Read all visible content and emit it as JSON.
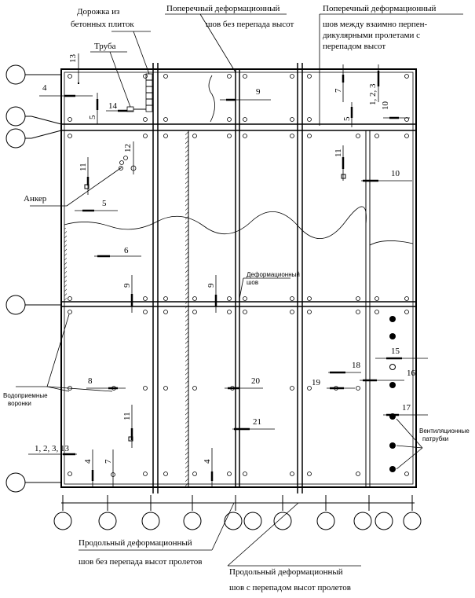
{
  "labels": {
    "tile_path": [
      "Дорожка из",
      "бетонных плиток"
    ],
    "pipe": "Труба",
    "transverse_joint_no_drop": [
      "Поперечный деформационный",
      "шов без перепада высот"
    ],
    "transverse_joint_drop": [
      "Поперечный деформационный",
      "шов между взаимно перпен-",
      "дикулярными пролетами с",
      "перепадом высот"
    ],
    "anchor": "Анкер",
    "deformation_joint": [
      "Деформационный",
      "шов"
    ],
    "drain_funnels": [
      "Водоприемные",
      "воронки"
    ],
    "vent_pipes": [
      "Вентиляционные",
      "патрубки"
    ],
    "longitudinal_joint_no_drop": [
      "Продольный деформационный",
      "шов без перепада высот пролетов"
    ],
    "longitudinal_joint_drop": [
      "Продольный деформационный",
      "шов с перепадом высот пролетов"
    ]
  },
  "callouts": {
    "c13": "13",
    "c4_top": "4",
    "c14": "14",
    "c5_top_left": "5",
    "c9_top": "9",
    "c7_top": "7",
    "c123": "1, 2, 3",
    "c5_top_right": "5",
    "c10_top": "10",
    "c11_left": "11",
    "c12": "12",
    "c5_mid": "5",
    "c11_right": "11",
    "c10_mid": "10",
    "c6": "6",
    "c9_a": "9",
    "c9_b": "9",
    "c8": "8",
    "c20": "20",
    "c21": "21",
    "c19": "19",
    "c18": "18",
    "c16": "16",
    "c15": "15",
    "c17": "17",
    "c11_bottom": "11",
    "c1_2_3_13": "1, 2, 3, 13",
    "c4_bl": "4",
    "c7_bl": "7",
    "c4_bm": "4"
  }
}
